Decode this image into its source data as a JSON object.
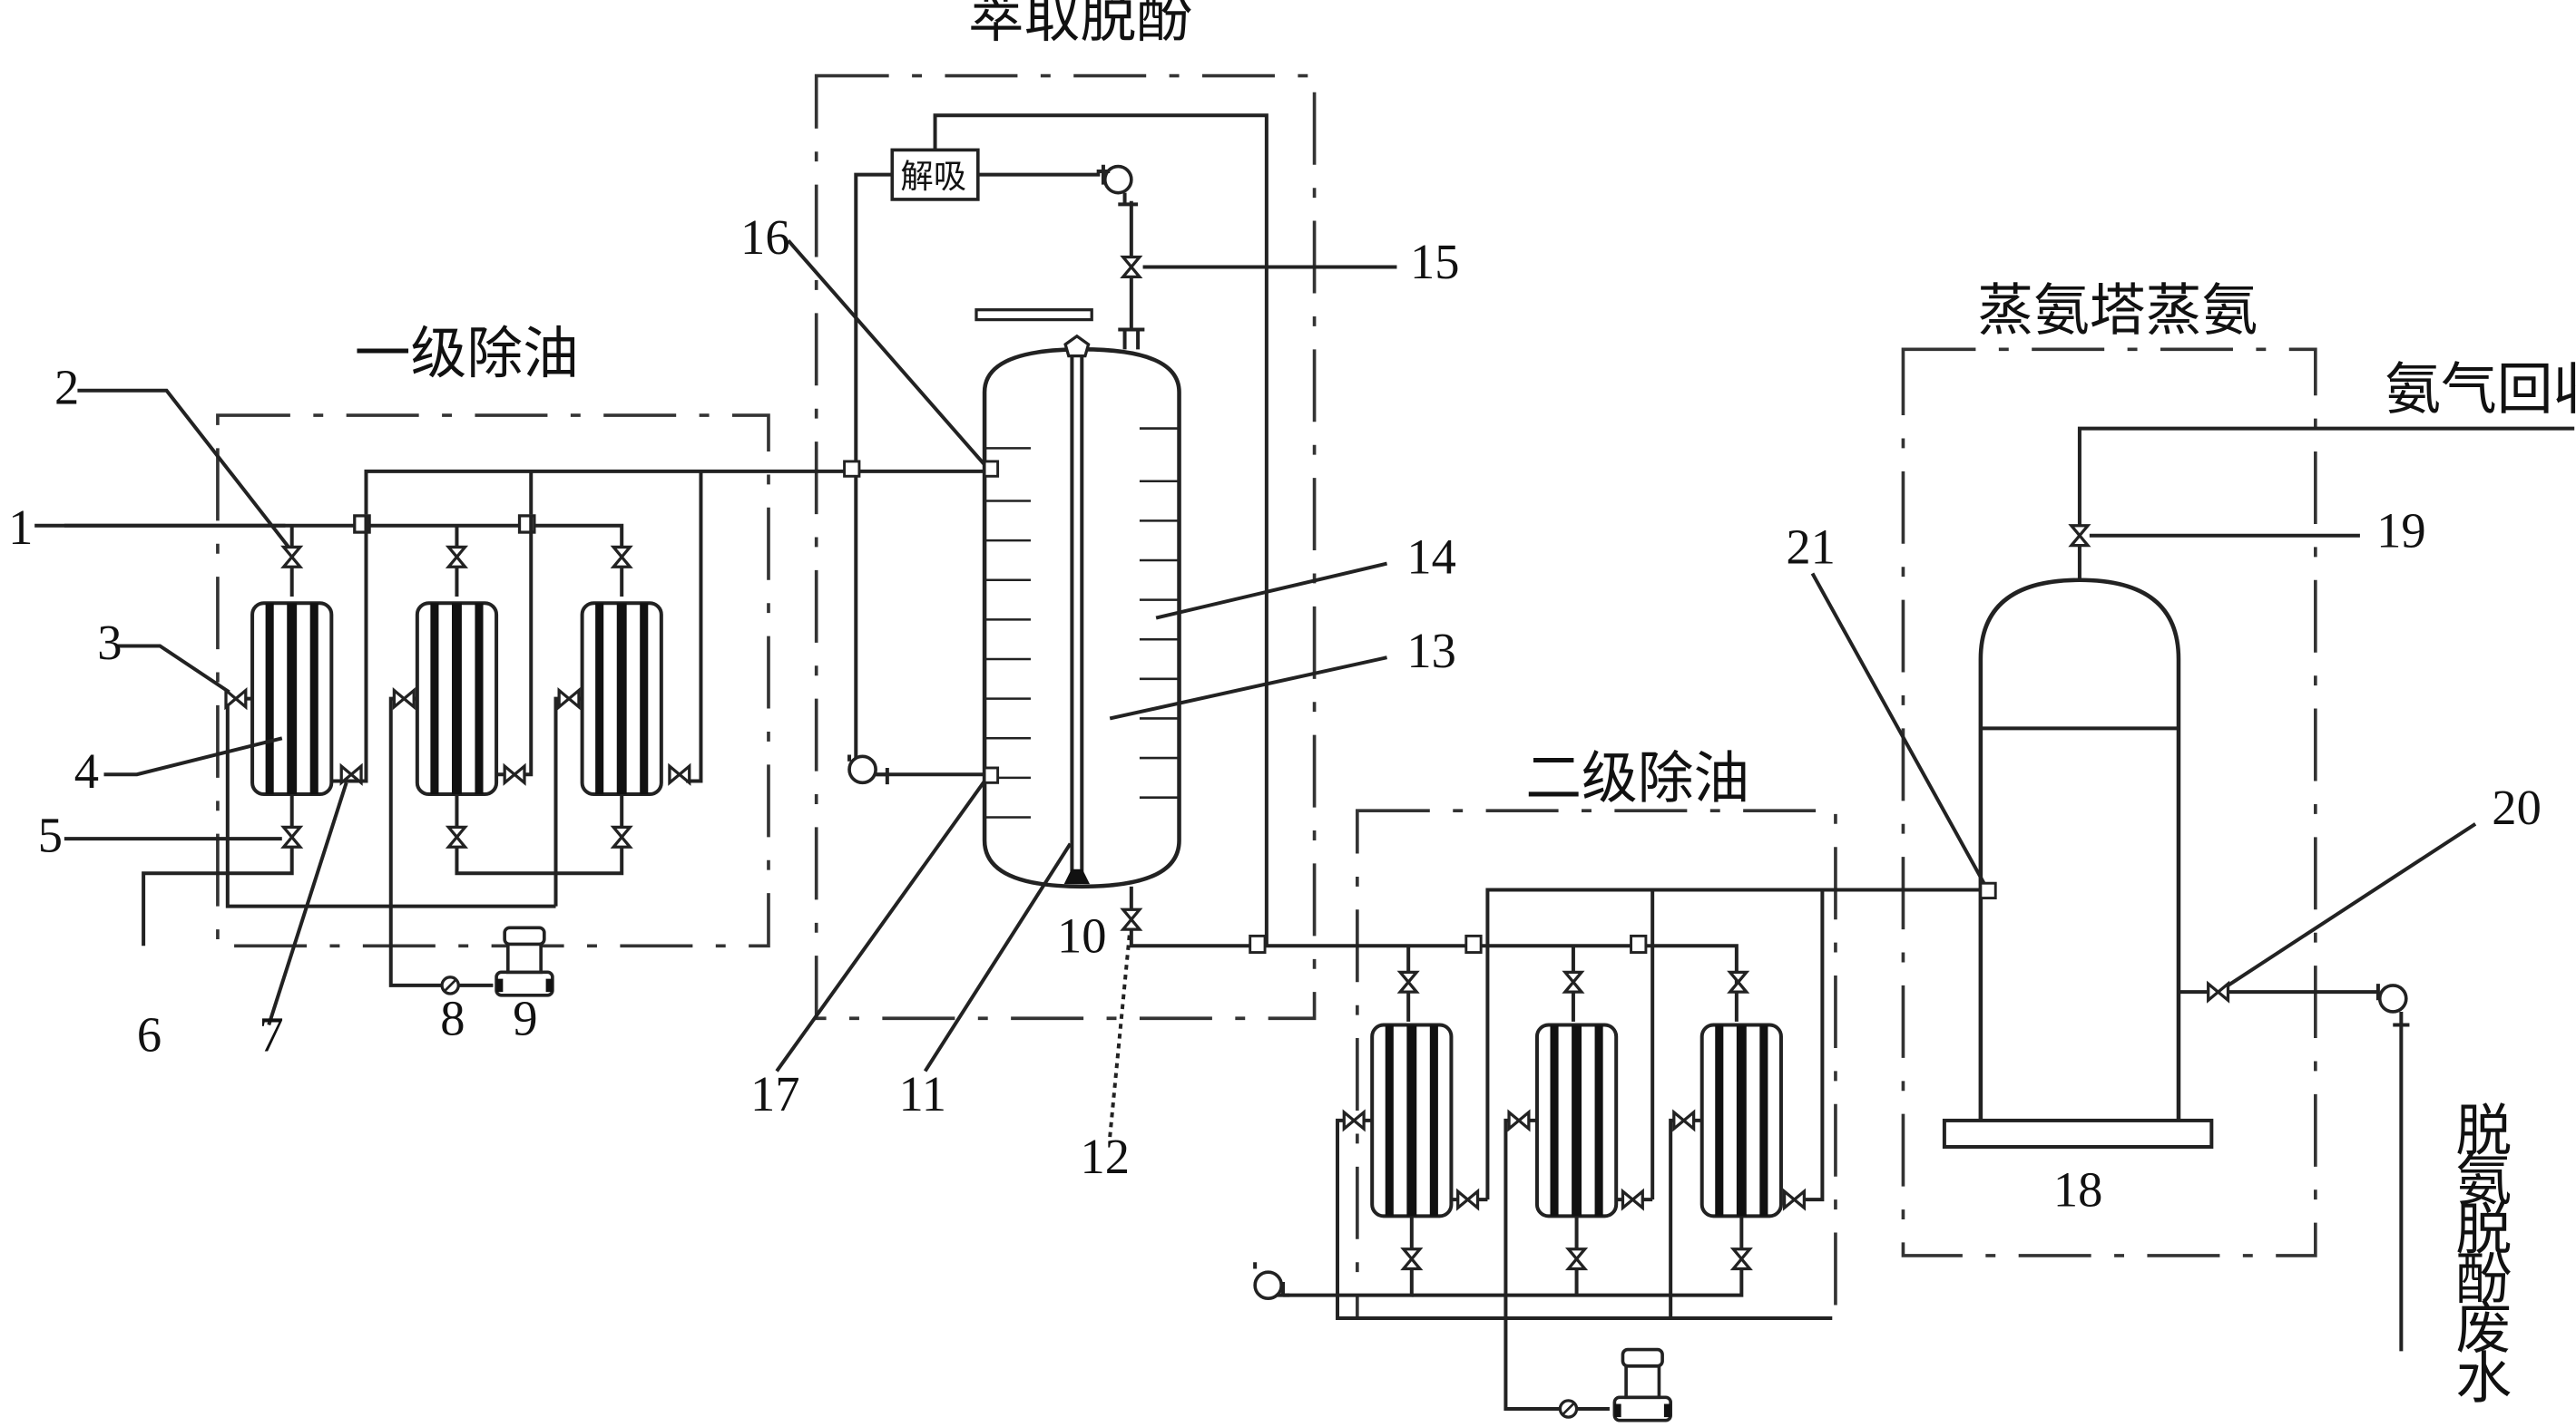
{
  "diagram": {
    "titles": {
      "primary_oil_removal": "一级除油",
      "extraction_dephenol": "萃取脱酚",
      "desorption": "解吸",
      "secondary_oil_removal": "二级除油",
      "ammonia_stripping": "蒸氨塔蒸氨",
      "ammonia_recovery": "氨气回收",
      "outlet_water": "脱氨脱酚废水"
    },
    "callouts": [
      "1",
      "2",
      "3",
      "4",
      "5",
      "6",
      "7",
      "8",
      "9",
      "10",
      "11",
      "12",
      "13",
      "14",
      "15",
      "16",
      "17",
      "18",
      "19",
      "20",
      "21"
    ]
  }
}
